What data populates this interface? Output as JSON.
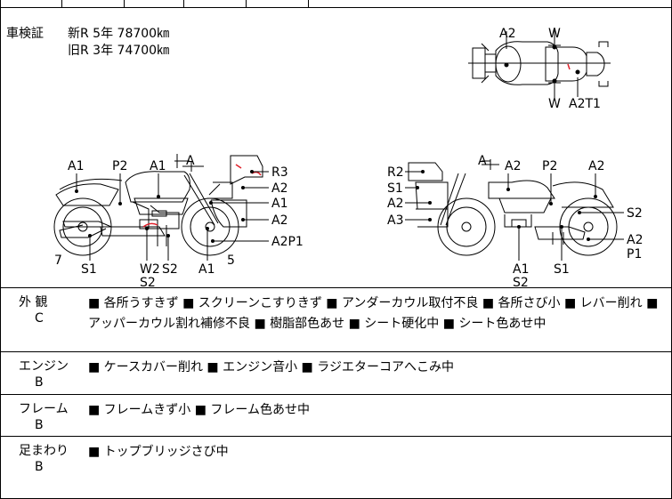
{
  "shaken": {
    "label": "車検証",
    "new_row": "新R  5年  78700㎞",
    "old_row": "旧R  3年  74700㎞"
  },
  "top_view_labels": [
    "A2",
    "W",
    "W",
    "A2T1"
  ],
  "left_view_labels": [
    "A1",
    "P2",
    "A1",
    "A",
    "R3",
    "A2",
    "A1",
    "A2",
    "A2P1",
    "7",
    "S1",
    "W2",
    "S2",
    "S2",
    "A1",
    "5"
  ],
  "right_view_labels": [
    "A",
    "A2",
    "P2",
    "A2",
    "R2",
    "S1",
    "A2",
    "A3",
    "S2",
    "A2",
    "P1",
    "A1",
    "S2",
    "S1"
  ],
  "sections": [
    {
      "category": "外 観",
      "grade": "C",
      "notes": "■ 各所うすきず ■ スクリーンこすりきず ■ アンダーカウル取付不良 ■ 各所さび小 ■ レバー削れ ■ アッパーカウル割れ補修不良 ■ 樹脂部色あせ ■ シート硬化中 ■ シート色あせ中"
    },
    {
      "category": "エンジン",
      "grade": "B",
      "notes": "■ ケースカバー削れ ■ エンジン音小 ■ ラジエターコアへこみ中"
    },
    {
      "category": "フレーム",
      "grade": "B",
      "notes": "■ フレームきず小 ■ フレーム色あせ中"
    },
    {
      "category": "足まわり",
      "grade": "B",
      "notes": "■ トップブリッジさび中"
    }
  ]
}
